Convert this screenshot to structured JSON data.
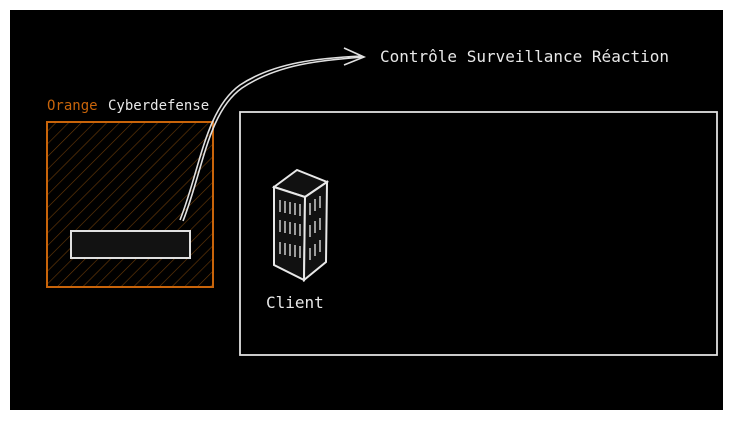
{
  "org": {
    "brand": "Orange",
    "name": "Cyberdefense",
    "brand_color": "#c8640a"
  },
  "flow_label": "Contrôle Surveillance Réaction",
  "client": {
    "label": "Client",
    "icon": "building-icon"
  },
  "colors": {
    "stroke": "#e0e0e0",
    "background": "#000000",
    "accent": "#c8640a"
  }
}
